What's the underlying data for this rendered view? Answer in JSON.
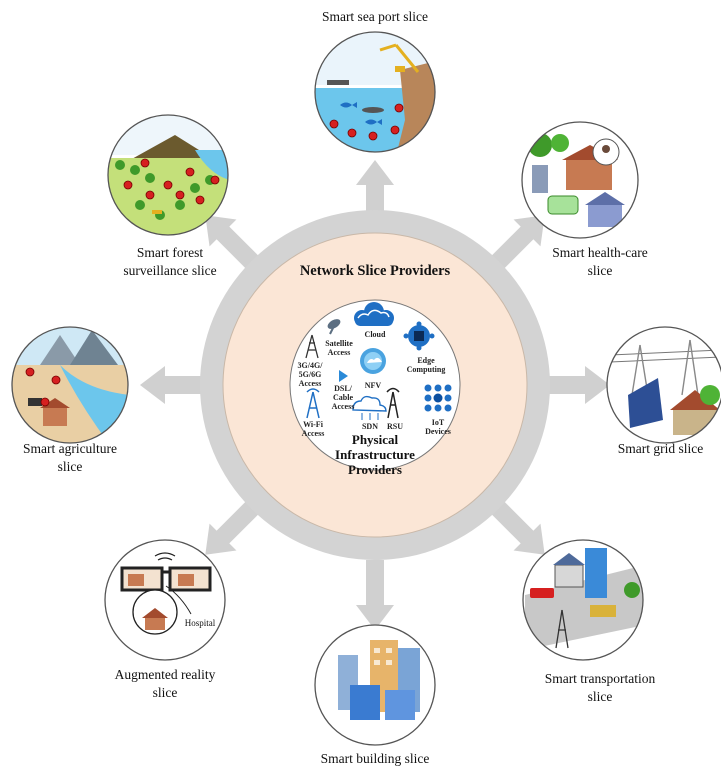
{
  "center": {
    "outer_title": "Network Slice Providers",
    "inner_title_lines": [
      "Physical",
      "Infrastructure",
      "Providers"
    ],
    "components": {
      "satellite": [
        "Satellite",
        "Access"
      ],
      "cloud": [
        "Cloud"
      ],
      "cellular": [
        "3G/4G/",
        "5G/6G",
        "Access"
      ],
      "dsl": [
        "DSL/",
        "Cable",
        "Access"
      ],
      "nfv": [
        "NFV"
      ],
      "edge": [
        "Edge",
        "Computing"
      ],
      "wifi": [
        "Wi-Fi",
        "Access"
      ],
      "sdn": [
        "SDN"
      ],
      "rsu": [
        "RSU"
      ],
      "iot": [
        "IoT",
        "Devices"
      ]
    }
  },
  "slices": {
    "sea_port": [
      "Smart sea port slice"
    ],
    "health_care": [
      "Smart health-care",
      "slice"
    ],
    "grid": [
      "Smart grid slice"
    ],
    "transportation": [
      "Smart transportation",
      "slice"
    ],
    "building": [
      "Smart building slice"
    ],
    "augmented_reality": [
      "Augmented reality",
      "slice"
    ],
    "agriculture": [
      "Smart agriculture",
      "slice"
    ],
    "forest": [
      "Smart forest",
      "surveillance slice"
    ]
  },
  "illustration_text": {
    "hospital": "Hospital"
  },
  "colors": {
    "ring": "#d3d3d3",
    "arrow": "#d0d0d0",
    "outer_disc": "#fbe6d6",
    "outer_disc_border": "#c9b8a8",
    "inner_disc": "#ffffff",
    "icon_blue": "#1f6fc4",
    "marker_red": "#d62020"
  }
}
